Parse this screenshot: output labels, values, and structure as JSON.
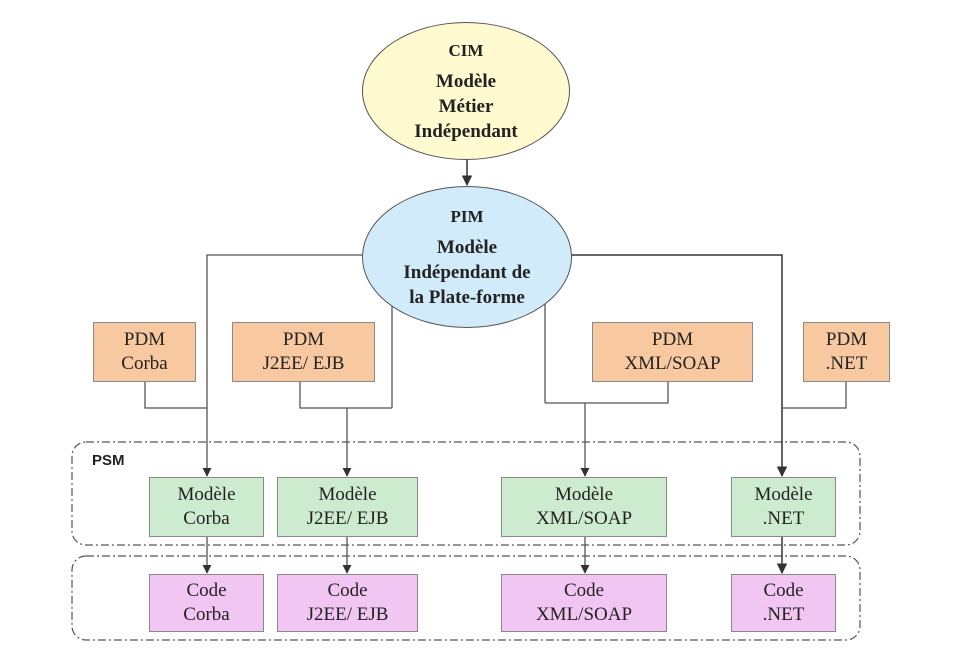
{
  "colors": {
    "cim_fill": "#fffad0",
    "pim_fill": "#d2ebfb",
    "pdm_fill": "#f8c8a0",
    "modele_fill": "#cdeccf",
    "code_fill": "#f2c6f2",
    "line": "#444444"
  },
  "cim": {
    "title": "CIM",
    "lines": [
      "Modèle",
      "Métier",
      "Indépendant"
    ]
  },
  "pim": {
    "title": "PIM",
    "lines": [
      "Modèle",
      "Indépendant de",
      "la Plate-forme"
    ]
  },
  "pdm": [
    {
      "line1": "PDM",
      "line2": "Corba"
    },
    {
      "line1": "PDM",
      "line2": "J2EE/ EJB"
    },
    {
      "line1": "PDM",
      "line2": "XML/SOAP"
    },
    {
      "line1": "PDM",
      "line2": ".NET"
    }
  ],
  "psm_label": "PSM",
  "modeles": [
    {
      "line1": "Modèle",
      "line2": "Corba"
    },
    {
      "line1": "Modèle",
      "line2": "J2EE/ EJB"
    },
    {
      "line1": "Modèle",
      "line2": "XML/SOAP"
    },
    {
      "line1": "Modèle",
      "line2": ".NET"
    }
  ],
  "codes": [
    {
      "line1": "Code",
      "line2": "Corba"
    },
    {
      "line1": "Code",
      "line2": "J2EE/ EJB"
    },
    {
      "line1": "Code",
      "line2": "XML/SOAP"
    },
    {
      "line1": "Code",
      "line2": ".NET"
    }
  ]
}
